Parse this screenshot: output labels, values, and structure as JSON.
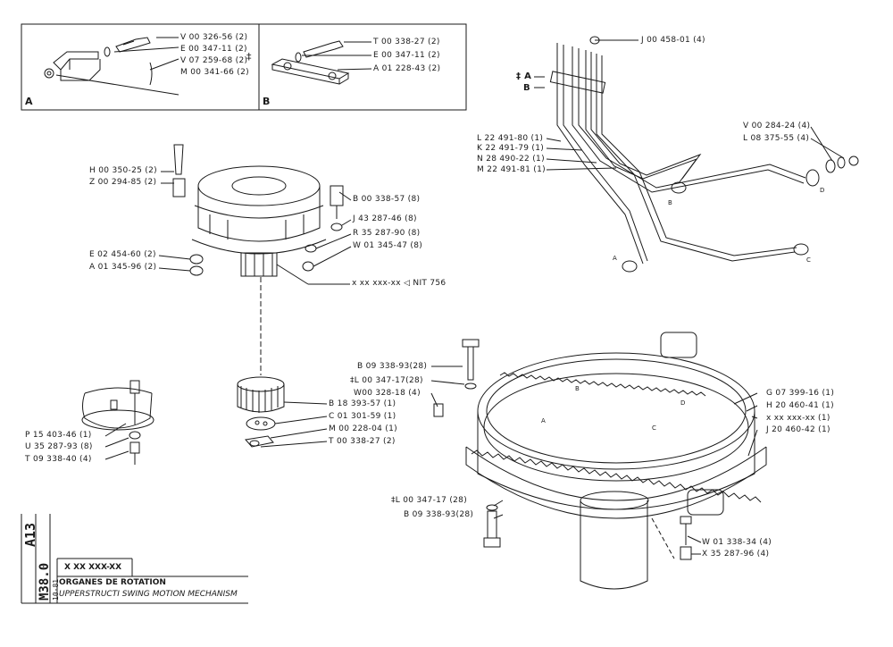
{
  "boxes": {
    "a_letter": "A",
    "b_letter": "B",
    "a_parts": [
      "V 00 326-56 (2)",
      "E 00 347-11 (2)",
      "V 07 259-68 (2)",
      "M 00 341-66 (2)"
    ],
    "b_parts": [
      "T 00 338-27 (2)",
      "E 00 347-11 (2)",
      "A 01 228-43 (2)"
    ],
    "dagger": "‡"
  },
  "pipes": {
    "top_part": "J 00 458-01 (4)",
    "ab_marker_top": "‡ A",
    "ab_marker_bottom": "B",
    "left_parts": [
      "L 22 491-80 (1)",
      "K 22 491-79 (1)",
      "N 28 490-22 (1)",
      "M 22 491-81 (1)"
    ],
    "right_parts": [
      "V 00 284-24 (4)",
      "L 08 375-55 (4)"
    ],
    "end_letters": [
      "A",
      "B",
      "C",
      "D"
    ]
  },
  "motor": {
    "left_top": [
      "H 00 350-25 (2)",
      "Z 00 294-85 (2)"
    ],
    "left_bottom": [
      "E 02 454-60 (2)",
      "A 01 345-96 (2)"
    ],
    "right": [
      "B 00 338-57 (8)",
      "J 43 287-46 (8)",
      "R 35 287-90 (8)",
      "W 01  345-47 (8)"
    ],
    "unit": "x  xx  xxx-xx ◁ NIT 756"
  },
  "pinion": {
    "parts": [
      "B 09 338-93(28)",
      "‡L 00 347-17(28)",
      "W00 328-18 (4)",
      "B 18 393-57 (1)",
      "C 01 301-59 (1)",
      "M 00 228-04 (1)",
      "T 00 338-27 (2)"
    ]
  },
  "cover": {
    "parts": [
      "P 15 403-46 (1)",
      "U 35 287-93 (8)",
      "T 09 338-40 (4)"
    ]
  },
  "ring": {
    "right_parts": [
      "G 07 399-16 (1)",
      "H 20 460-41 (1)",
      "x  xx  xxx-xx (1)",
      "J 20 460-42 (1)"
    ],
    "bottom_left": [
      "‡L 00 347-17 (28)",
      "B 09 338-93(28)"
    ],
    "bottom_right": [
      "W 01  338-34 (4)",
      "X 35 287-96 (4)"
    ],
    "inner_letters": [
      "A",
      "B",
      "C",
      "D"
    ]
  },
  "title_block": {
    "code_a": "A13",
    "code_b": "M38.0",
    "date": "10-81",
    "ref": "X XX XXX-XX",
    "title_fr": "ORGANES DE ROTATION",
    "title_en": "UPPERSTRUCTI   SWING MOTION MECHANISM"
  }
}
